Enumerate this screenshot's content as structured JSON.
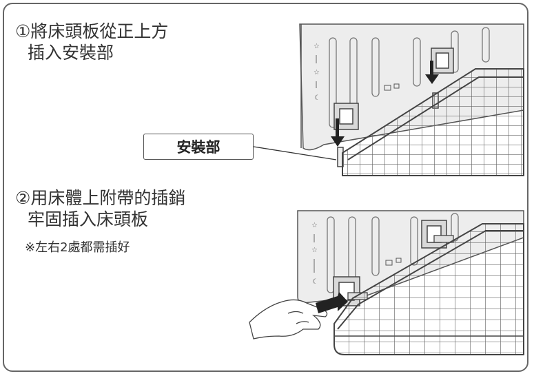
{
  "step1": {
    "number": "①",
    "line1": "將床頭板從正上方",
    "line2": "插入安裝部"
  },
  "step2": {
    "number": "②",
    "line1": "用床體上附帶的插銷",
    "line2": "牢固插入床頭板"
  },
  "note": "※左右2處都需插好",
  "callout_label": "安裝部",
  "icons": [
    "star-icon",
    "moon-icon",
    "down-arrow-icon",
    "right-arrow-icon",
    "hand-icon"
  ]
}
